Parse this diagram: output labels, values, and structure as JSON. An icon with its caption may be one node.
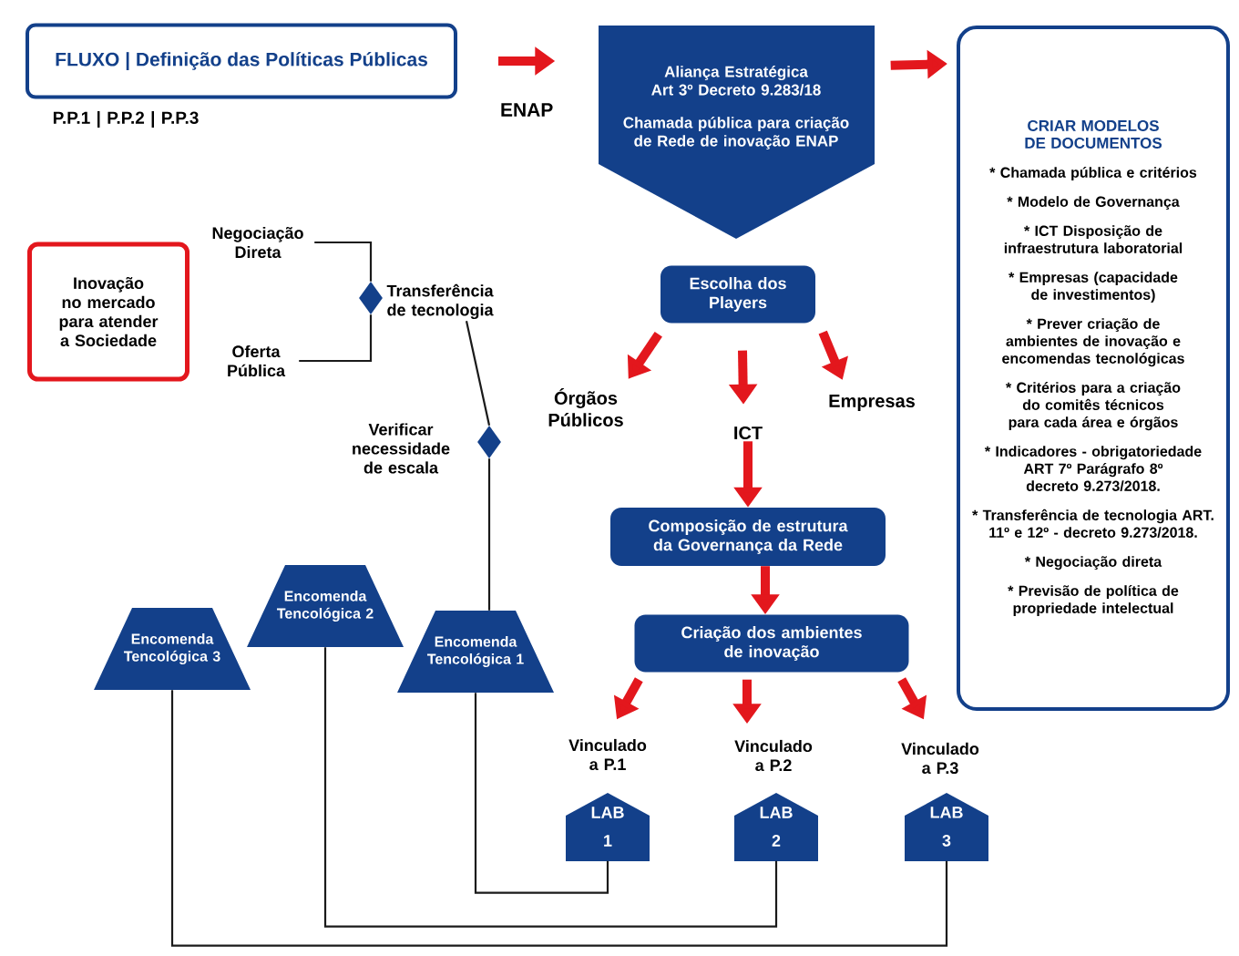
{
  "diagram": {
    "nodes": [
      {
        "text": [
          "FLUXO | Definição das Políticas Públicas"
        ],
        "beside": [
          "P.P.1 | P.P.2 | P.P.3"
        ]
      },
      {
        "text": [
          "Aliança Estratégica Art 3º Decreto 9.283/18",
          "Chamada pública para criação de Rede de inovação ENAP"
        ]
      },
      {
        "text": [
          "CRIAR MODELOS DE DOCUMENTOS",
          "* Chamada pública e critérios",
          "* Modelo de Governança",
          "* ICT Disposição de infraestrutura laboratorial",
          "* Empresas (capacidade de investimentos)",
          "* Prever criação de ambientes de inovação e encomendas tecnológicas",
          "* Critérios para a criação do comitês técnicos para cada área e órgãos",
          "* Indicadores - obrigatoriedade ART 7º Parágrafo 8º decreto 9.273/2018.",
          "* Transferência de tecnologia ART. 11º e 12º - decreto 9.273/2018.",
          "* Negociação direta",
          "* Previsão de política de propriedade intelectual"
        ]
      },
      {
        "text": [
          "Inovação no mercado para atender a Sociedade"
        ]
      },
      {
        "text": [
          "Negociação Direta"
        ]
      },
      {
        "text": [
          "Transferência de tecnologia"
        ]
      },
      {
        "text": [],
        "shape": "diamond"
      },
      {
        "text": [
          "Oferta Pública"
        ]
      },
      {
        "text": [
          "Escolha dos Players"
        ]
      },
      {
        "text": [
          "Órgãos Públicos"
        ]
      },
      {
        "text": [
          "Empresas"
        ]
      },
      {
        "text": [
          "ICT"
        ]
      },
      {
        "text": [],
        "shape": "diamond",
        "beside": [
          "Verificar necessidade de escala"
        ]
      },
      {
        "text": [
          "Composição de estrutura da Governança da Rede"
        ]
      },
      {
        "text": [
          "Encomenda Tencológica 2"
        ]
      },
      {
        "text": [
          "Encomenda Tencológica 3"
        ]
      },
      {
        "text": [
          "Encomenda Tencológica 1"
        ]
      },
      {
        "text": [
          "Criação dos ambientes de inovação"
        ]
      },
      {
        "text": [
          "Vinculado a P.1",
          "LAB 1"
        ]
      },
      {
        "text": [
          "Vinculado a P.2",
          "LAB 2"
        ]
      },
      {
        "text": [
          "Vinculado a P.3",
          "LAB 3"
        ]
      }
    ],
    "edges": [
      {
        "from": 0,
        "to": 1,
        "arrow": "to",
        "label": "ENAP"
      },
      {
        "from": 1,
        "to": 2,
        "arrow": "to"
      },
      {
        "from": 4,
        "to": 6,
        "arrow": "none",
        "color": "#1a1a1a"
      },
      {
        "from": 7,
        "to": 6,
        "arrow": "none",
        "color": "#1a1a1a"
      },
      {
        "from": 5,
        "to": 12,
        "arrow": "none",
        "color": "#1a1a1a"
      },
      {
        "from": 12,
        "to": 16,
        "arrow": "none",
        "color": "#1a1a1a"
      },
      {
        "from": 8,
        "to": 9,
        "arrow": "to"
      },
      {
        "from": 8,
        "to": 11,
        "arrow": "to"
      },
      {
        "from": 8,
        "to": 10,
        "arrow": "to"
      },
      {
        "from": 11,
        "to": 13,
        "arrow": "to"
      },
      {
        "from": 13,
        "to": 17,
        "arrow": "to"
      },
      {
        "from": 17,
        "to": 18,
        "arrow": "to"
      },
      {
        "from": 17,
        "to": 19,
        "arrow": "to"
      },
      {
        "from": 17,
        "to": 20,
        "arrow": "to"
      },
      {
        "from": 16,
        "to": 18,
        "arrow": "none",
        "color": "#1a1a1a"
      },
      {
        "from": 14,
        "to": 19,
        "arrow": "none",
        "color": "#1a1a1a"
      },
      {
        "from": 15,
        "to": 20,
        "arrow": "none",
        "color": "#1a1a1a"
      }
    ]
  }
}
